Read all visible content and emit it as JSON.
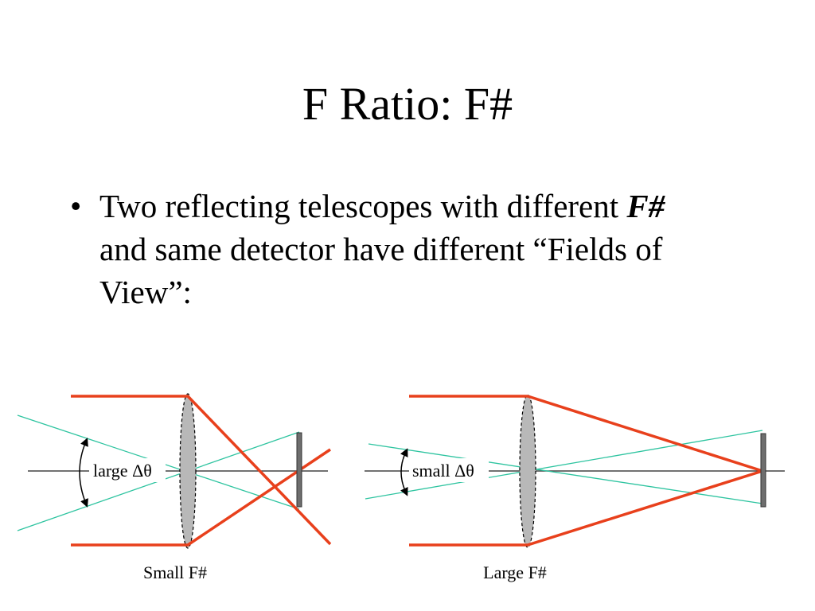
{
  "slide": {
    "title": "F Ratio: F#",
    "bullet": {
      "marker": "•",
      "line1_prefix": "Two reflecting telescopes with different ",
      "line1_italic": "F#",
      "line2": "and same detector have different “Fields of",
      "line3": "View”:"
    }
  },
  "diagrams": {
    "left": {
      "caption": "Small F#",
      "angle_label": "large Δθ"
    },
    "right": {
      "caption": "Large F#",
      "angle_label": "small Δθ"
    }
  },
  "colors": {
    "marginal_rays": "#e8401c",
    "field_rays": "#2ec4a0",
    "axis": "#444444",
    "lens_fill": "#b8b8b8",
    "detector": "#6e6e6e"
  }
}
